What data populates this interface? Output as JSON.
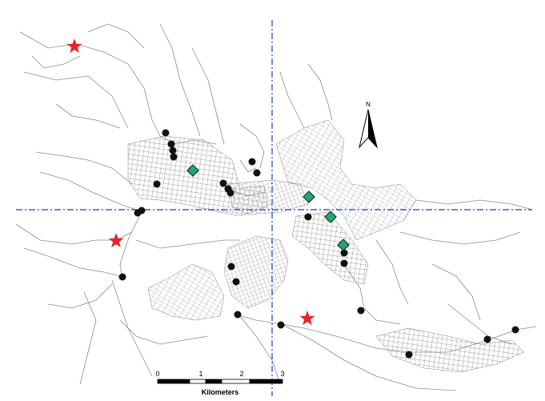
{
  "scale_bar": {
    "ticks": [
      "0",
      "1",
      "2",
      "3"
    ],
    "unit_label": "Kilometers"
  },
  "north_arrow": {
    "label": "N"
  },
  "colors": {
    "road": "#8c8c8c",
    "road_dense": "#7a7a7a",
    "crosshair": "#1a3fbf",
    "star": "#e8232c",
    "diamond_fill": "#2aa176",
    "diamond_stroke": "#0b3d2a",
    "dot": "#111111"
  },
  "legend_symbols": {
    "star_icon": "red-star",
    "diamond_icon": "green-diamond",
    "dot_icon": "black-circle"
  }
}
